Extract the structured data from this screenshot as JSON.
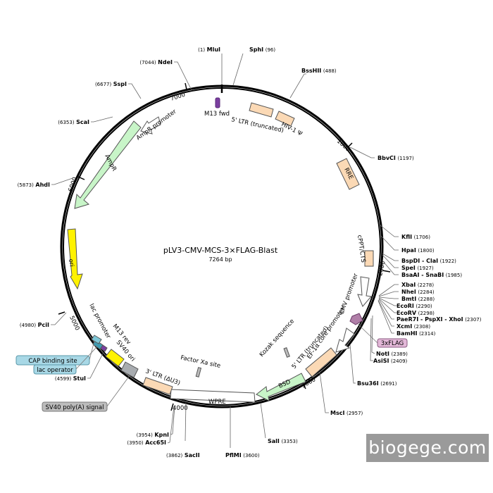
{
  "plasmid": {
    "name": "pLV3-CMV-MCS-3×FLAG-Blast",
    "size": "7264 bp",
    "total_bp": 7264
  },
  "ticks": [
    "1000",
    "2000",
    "3000",
    "4000",
    "5000",
    "6000",
    "7000"
  ],
  "sites": [
    {
      "name": "MluI",
      "pos": "(1)",
      "side": "L"
    },
    {
      "name": "SphI",
      "pos": "(96)",
      "side": "R"
    },
    {
      "name": "BssHII",
      "pos": "(488)",
      "side": "R"
    },
    {
      "name": "BbvCI",
      "pos": "(1197)",
      "side": "R"
    },
    {
      "name": "KflI",
      "pos": "(1706)",
      "side": "R"
    },
    {
      "name": "HpaI",
      "pos": "(1800)",
      "side": "R"
    },
    {
      "name": "BspDI - ClaI",
      "pos": "(1922)",
      "side": "R"
    },
    {
      "name": "SpeI",
      "pos": "(1927)",
      "side": "R"
    },
    {
      "name": "BsaAI - SnaBI",
      "pos": "(1985)",
      "side": "R"
    },
    {
      "name": "XbaI",
      "pos": "(2278)",
      "side": "R"
    },
    {
      "name": "NheI",
      "pos": "(2284)",
      "side": "R"
    },
    {
      "name": "BmtI",
      "pos": "(2288)",
      "side": "R"
    },
    {
      "name": "EcoRI",
      "pos": "(2290)",
      "side": "R"
    },
    {
      "name": "EcoRV",
      "pos": "(2298)",
      "side": "R"
    },
    {
      "name": "PaeR7I - PspXI - XhoI",
      "pos": "(2307)",
      "side": "R"
    },
    {
      "name": "XcmI",
      "pos": "(2308)",
      "side": "R"
    },
    {
      "name": "BamHI",
      "pos": "(2314)",
      "side": "R"
    },
    {
      "name": "NotI",
      "pos": "(2389)",
      "side": "R"
    },
    {
      "name": "AsiSI",
      "pos": "(2409)",
      "side": "R"
    },
    {
      "name": "Bsu36I",
      "pos": "(2691)",
      "side": "R"
    },
    {
      "name": "MscI",
      "pos": "(2957)",
      "side": "R"
    },
    {
      "name": "SalI",
      "pos": "(3353)",
      "side": "R"
    },
    {
      "name": "PflMI",
      "pos": "(3600)",
      "side": "R"
    },
    {
      "name": "SacII",
      "pos": "(3862)",
      "side": "R"
    },
    {
      "name": "KpnI",
      "pos": "(3954)",
      "side": "L"
    },
    {
      "name": "Acc65I",
      "pos": "(3950)",
      "side": "L"
    },
    {
      "name": "StuI",
      "pos": "(4599)",
      "side": "L"
    },
    {
      "name": "PciI",
      "pos": "(4980)",
      "side": "L"
    },
    {
      "name": "AhdI",
      "pos": "(5873)",
      "side": "L"
    },
    {
      "name": "ScaI",
      "pos": "(6353)",
      "side": "L"
    },
    {
      "name": "SspI",
      "pos": "(6677)",
      "side": "L"
    },
    {
      "name": "NdeI",
      "pos": "(7044)",
      "side": "L"
    }
  ],
  "features": [
    {
      "name": "M13 fwd",
      "color": "#7b3fa0"
    },
    {
      "name": "5' LTR (truncated)",
      "color": "#fbd9b5"
    },
    {
      "name": "HIV-1 Ψ",
      "color": "#fbd9b5"
    },
    {
      "name": "RRE",
      "color": "#fbd9b5"
    },
    {
      "name": "cPPT/CTS",
      "color": "#fbd9b5"
    },
    {
      "name": "CMV promoter",
      "color": "#ffffff"
    },
    {
      "name": "3xFLAG",
      "color": "#b07fa8"
    },
    {
      "name": "EF-1α core promoter",
      "color": "#ffffff"
    },
    {
      "name": "BSD",
      "color": "#c8f5c8"
    },
    {
      "name": "WPRE",
      "color": "#ffffff"
    },
    {
      "name": "Kozak sequence",
      "color": "#bcbcbc"
    },
    {
      "name": "Factor Xa site",
      "color": "#bcbcbc"
    },
    {
      "name": "3' LTR (ΔU3)",
      "color": "#fbd9b5"
    },
    {
      "name": "SV40 ori",
      "color": "#fff200"
    },
    {
      "name": "SV40 poly(A) signal",
      "color": "#a8acb0"
    },
    {
      "name": "lac operator",
      "color": "#7ec8d8"
    },
    {
      "name": "CAP binding site",
      "color": "#7ec8d8"
    },
    {
      "name": "M13 rev",
      "color": "#7b3fa0"
    },
    {
      "name": "lac promoter",
      "color": "#ffffff"
    },
    {
      "name": "ori",
      "color": "#fff200"
    },
    {
      "name": "AmpR",
      "color": "#c8f5c8"
    },
    {
      "name": "AmpR promoter",
      "color": "#ffffff"
    }
  ],
  "watermark": "biogege.com"
}
